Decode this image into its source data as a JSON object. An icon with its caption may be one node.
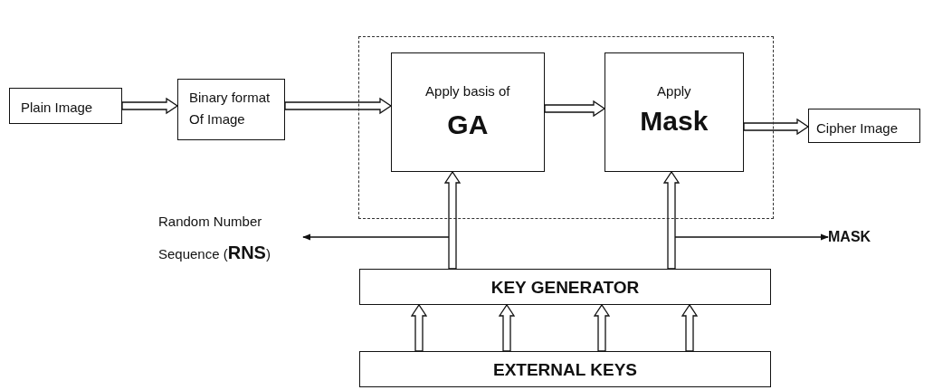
{
  "diagram": {
    "nodes": [
      {
        "text": [
          "Plain Image"
        ]
      },
      {
        "text": [
          "Binary format Of Image"
        ]
      },
      {
        "text": [],
        "shape": "box"
      },
      {
        "text": [
          "Apply basis of",
          "GA"
        ],
        "in": 2
      },
      {
        "text": [
          "Apply",
          "Mask"
        ],
        "in": 2
      },
      {
        "text": [
          "Cipher Image"
        ]
      },
      {
        "text": [
          "Random Number Sequence (**RNS**)"
        ]
      },
      {
        "text": [
          "MASK"
        ]
      },
      {
        "text": [
          "KEY GENERATOR"
        ]
      },
      {
        "text": [
          "EXTERNAL KEYS"
        ]
      }
    ],
    "edges": [
      {
        "from": 0,
        "to": 1,
        "arrow": "to"
      },
      {
        "from": 1,
        "to": 3,
        "arrow": "to"
      },
      {
        "from": 3,
        "to": 4,
        "arrow": "to"
      },
      {
        "from": 4,
        "to": 5,
        "arrow": "to"
      },
      {
        "from": 8,
        "to": 3,
        "arrow": "to"
      },
      {
        "from": 8,
        "to": 4,
        "arrow": "to"
      },
      {
        "from": 9,
        "to": 8,
        "arrow": "to"
      },
      {
        "from": 9,
        "to": 8,
        "arrow": "to"
      },
      {
        "from": 9,
        "to": 8,
        "arrow": "to"
      },
      {
        "from": 9,
        "to": 8,
        "arrow": "to"
      },
      {
        "from": 8,
        "to": 6,
        "arrow": "to"
      },
      {
        "from": 8,
        "to": 7,
        "arrow": "to"
      }
    ]
  }
}
